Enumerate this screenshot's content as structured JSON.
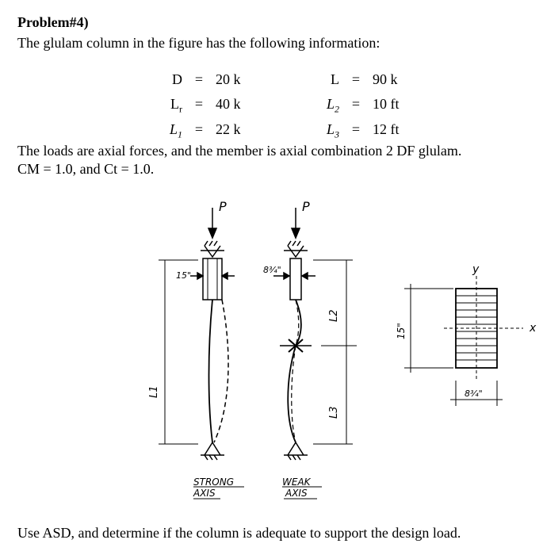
{
  "problem": {
    "title": "Problem#4)",
    "intro": "The glulam column in the figure has the following information:",
    "given": [
      {
        "sym": "D",
        "sub": "",
        "italic": false,
        "value": "20 k"
      },
      {
        "sym": "L",
        "sub": "r",
        "italic": false,
        "value": "40 k"
      },
      {
        "sym": "L",
        "sub": "1",
        "italic": true,
        "value": "22 k"
      },
      {
        "sym": "L",
        "sub": "",
        "italic": false,
        "value": "90 k"
      },
      {
        "sym": "L",
        "sub": "2",
        "italic": true,
        "value": "10 ft"
      },
      {
        "sym": "L",
        "sub": "3",
        "italic": true,
        "value": "12 ft"
      }
    ],
    "eq_sign": "=",
    "loads_line": "The loads are axial forces, and the member is axial combination 2 DF glulam.",
    "factors_line": "CM = 1.0, and Ct = 1.0.",
    "question": "Use ASD, and determine if the column is adequate to support the design load."
  },
  "figure": {
    "load_label": "P",
    "strong_dim": "15\"",
    "weak_dim": "8¾\"",
    "L1": "L1",
    "L2": "L2",
    "L3": "L3",
    "section_depth": "15\"",
    "section_width": "8¾\"",
    "y_axis": "y",
    "x_axis": "x",
    "strong_label_1": "STRONG",
    "strong_label_2": "AXIS",
    "weak_label_1": "WEAK",
    "weak_label_2": "AXIS"
  }
}
